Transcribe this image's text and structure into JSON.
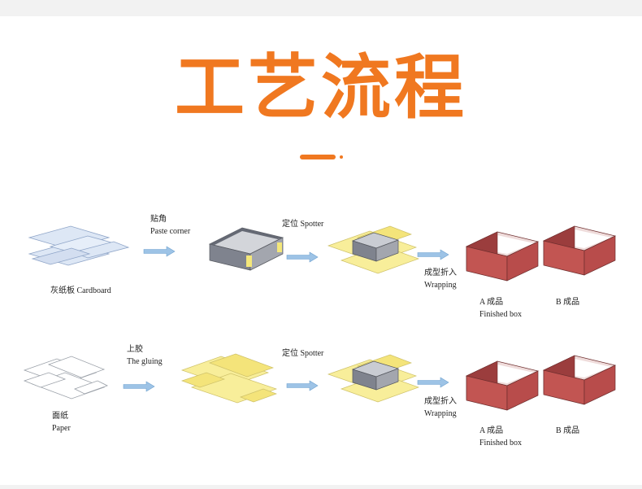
{
  "title": "工艺流程",
  "row1": {
    "start_label": "灰纸板 Cardboard",
    "step1": {
      "zh": "贴角",
      "en": "Paste corner"
    },
    "step2": "定位 Spotter",
    "step3": {
      "zh": "成型折入",
      "en": "Wrapping"
    },
    "result_a": {
      "zh": "A 成品",
      "en": "Finished box"
    },
    "result_b": "B 成品"
  },
  "row2": {
    "start_label": {
      "zh": "面纸",
      "en": "Paper"
    },
    "step1": {
      "zh": "上胶",
      "en": "The gluing"
    },
    "step2": "定位 Spotter",
    "step3": {
      "zh": "成型折入",
      "en": "Wrapping"
    },
    "result_a": {
      "zh": "A 成品",
      "en": "Finished box"
    },
    "result_b": "B 成品"
  },
  "colors": {
    "accent": "#f07820",
    "arrow": "#9dc3e6",
    "cardboard": "#dde7f5",
    "gray_box": "#8a8e99",
    "yellow_paper": "#f8ee9a",
    "red_box": "#c25552"
  }
}
